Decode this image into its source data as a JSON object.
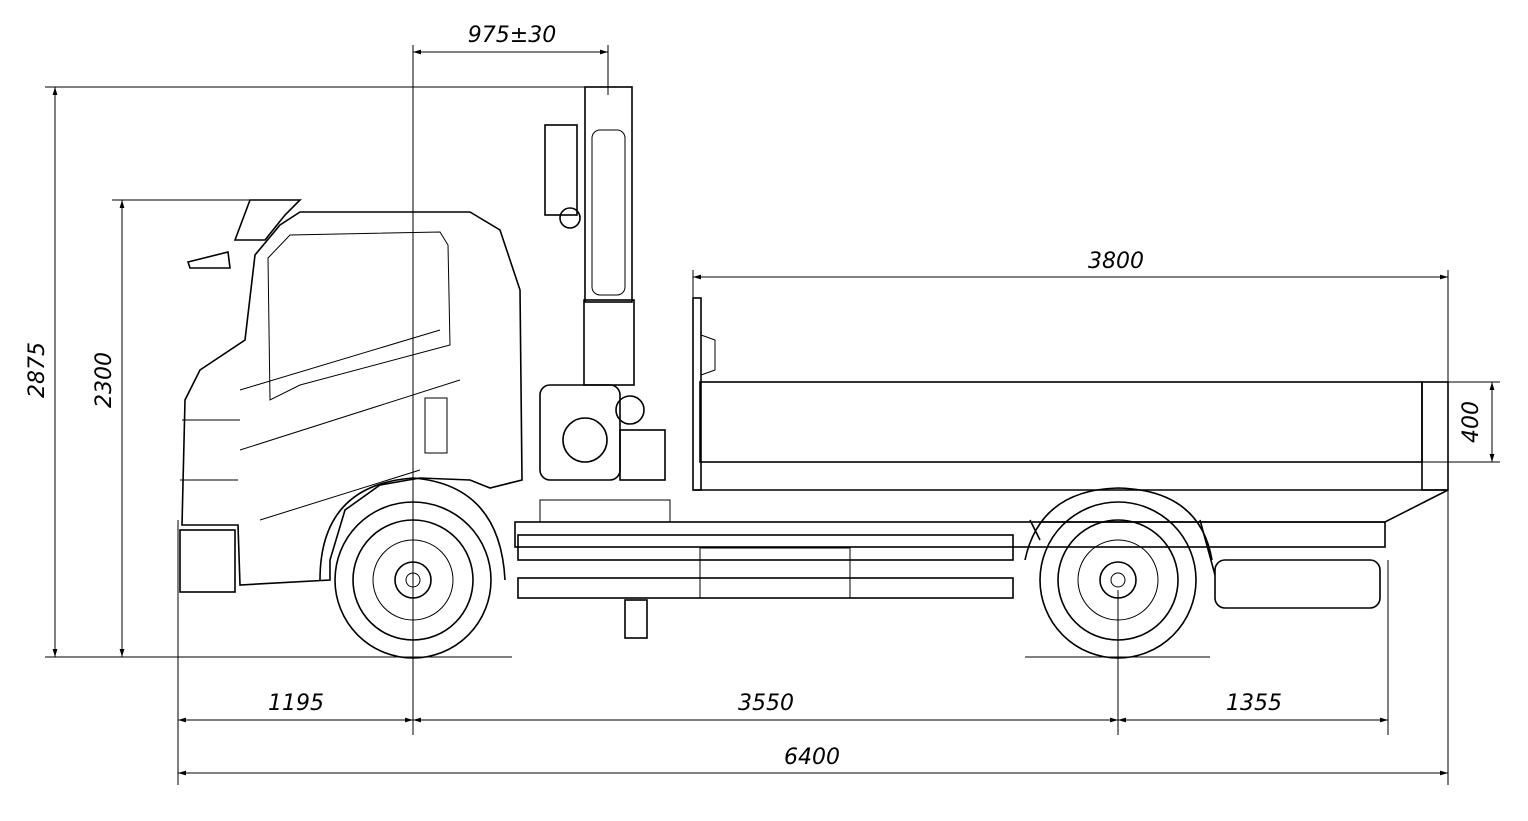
{
  "drawing": {
    "title": "Truck with crane manipulator — side view",
    "dimensions": {
      "crane_offset": "975±30",
      "overall_height": "2875",
      "cab_height": "2300",
      "body_length": "3800",
      "side_height": "400",
      "front_overhang": "1195",
      "wheelbase": "3550",
      "rear_overhang": "1355",
      "overall_length": "6400"
    }
  }
}
